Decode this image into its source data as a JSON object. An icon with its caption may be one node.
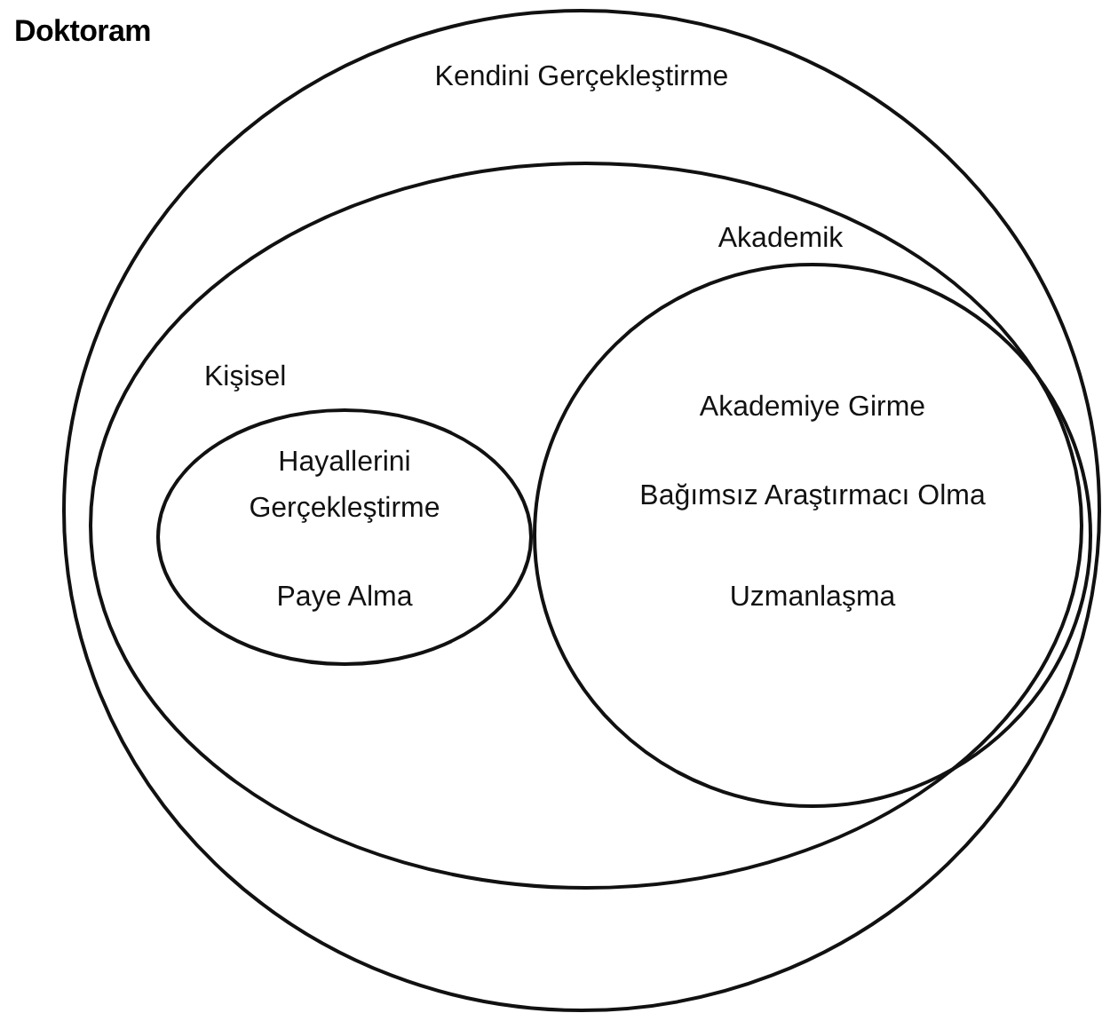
{
  "diagram": {
    "title": "Doktoram",
    "nodes": [
      {
        "text": [
          "Kendini Gerçekleştirme"
        ]
      },
      {
        "text": [],
        "shape": "ellipse",
        "in": 0
      },
      {
        "text": [
          "Kişisel",
          "Hayallerini Gerçekleştirme",
          "Paye Alma"
        ],
        "in": 1
      },
      {
        "text": [
          "Akademik",
          "Akademiye Girme",
          "Bağımsız Araştırmacı Olma",
          "Uzmanlaşma"
        ],
        "in": 1
      }
    ],
    "edges": []
  }
}
